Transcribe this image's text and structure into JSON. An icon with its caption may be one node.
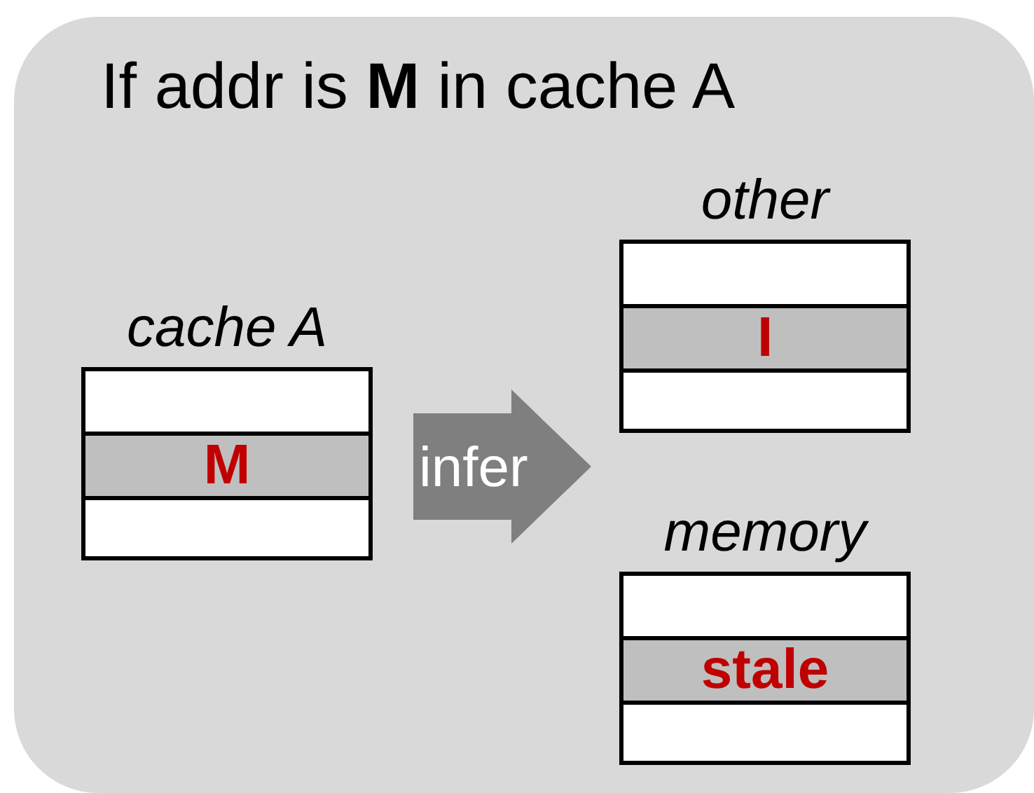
{
  "diagram": {
    "nodes": [
      {
        "text": [
          "If addr is **M** in cache A"
        ]
      },
      {
        "text": [
          "cache A",
          "M"
        ],
        "in": 0
      },
      {
        "text": [
          "infer"
        ],
        "in": 0
      },
      {
        "text": [
          "other",
          "I"
        ],
        "in": 0
      },
      {
        "text": [
          "memory",
          "stale"
        ],
        "in": 0
      }
    ]
  }
}
